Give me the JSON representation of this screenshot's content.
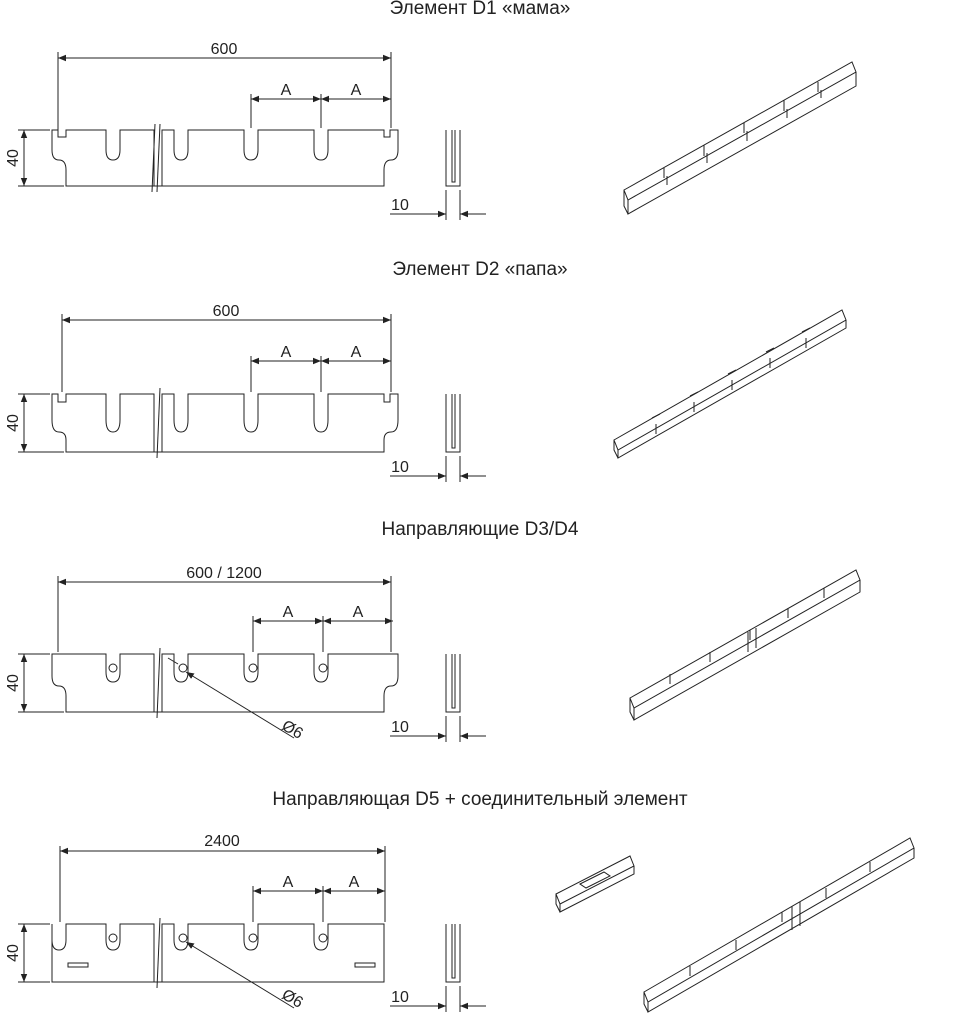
{
  "sections": [
    {
      "title": "Элемент D1 «мама»",
      "length": "600",
      "a1": "A",
      "a2": "A",
      "height": "40",
      "width": "10"
    },
    {
      "title": "Элемент D2  «папа»",
      "length": "600",
      "a1": "A",
      "a2": "A",
      "height": "40",
      "width": "10"
    },
    {
      "title": "Направляющие D3/D4",
      "length": "600 / 1200",
      "a1": "A",
      "a2": "A",
      "height": "40",
      "width": "10",
      "hole": "Ø6"
    },
    {
      "title": "Направляющая D5 + соединительный элемент",
      "length": "2400",
      "a1": "A",
      "a2": "A",
      "height": "40",
      "width": "10",
      "hole": "Ø6"
    }
  ]
}
